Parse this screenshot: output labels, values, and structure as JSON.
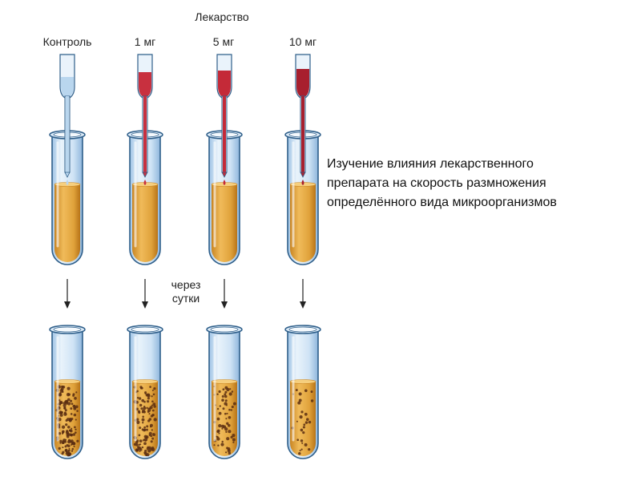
{
  "drug_title": "Лекарство",
  "tube_labels": [
    "Контроль",
    "1 мг",
    "5 мг",
    "10 мг"
  ],
  "after_label": [
    "через",
    "сутки"
  ],
  "caption_lines": [
    "Изучение влияния лекарственного",
    "препарата на скорость размножения",
    "определённого вида микроорганизмов"
  ],
  "colors": {
    "medium": "#e0a23b",
    "glass": "#cfe3f5",
    "glass_edge": "#2f5f8a",
    "pipette_control": "#b9d6ee",
    "pipette_drug": [
      "#c8303f",
      "#c42a38",
      "#a81f2e"
    ],
    "microbe": "#5a2e12"
  },
  "tubes": [
    {
      "label": "Контроль",
      "drug": "control",
      "pipette": "control-pipette",
      "microbe_density": 1.0
    },
    {
      "label": "1 мг",
      "drug": "1",
      "pipette": "drug-pipette",
      "microbe_density": 0.8
    },
    {
      "label": "5 мг",
      "drug": "5",
      "pipette": "drug-pipette",
      "microbe_density": 0.45
    },
    {
      "label": "10 мг",
      "drug": "10",
      "pipette": "drug-pipette",
      "microbe_density": 0.2
    }
  ]
}
